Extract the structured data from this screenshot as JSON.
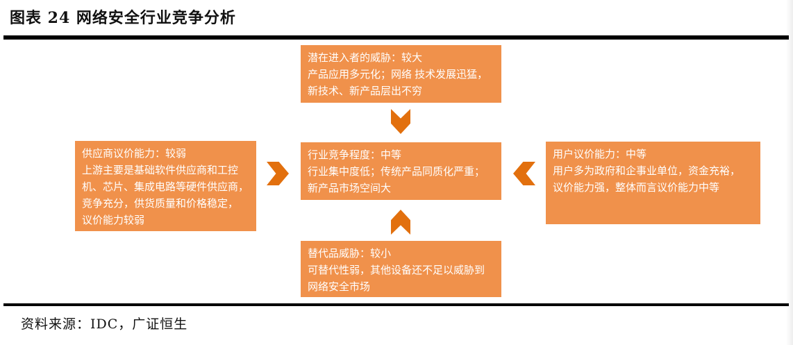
{
  "page": {
    "title": "图表 24 网络安全行业竞争分析",
    "source": "资料来源：IDC，广证恒生"
  },
  "colors": {
    "box_fill": "#F0914B",
    "arrow": "#E2700E",
    "box_text": "#FFFFFF",
    "rule": "#000000"
  },
  "diagram": {
    "boxes": {
      "new_entrants": {
        "lines": [
          "潜在进入者的威胁：较大",
          "产品应用多元化；网络 技术发展迅猛，",
          "新技术、新产品层出不穷"
        ]
      },
      "suppliers": {
        "lines": [
          "供应商议价能力：较弱",
          "上游主要是基础软件供应商和工控",
          "机、芯片、集成电路等硬件供应商，",
          "竞争充分，供货质量和价格稳定，",
          "议价能力较弱"
        ]
      },
      "rivalry": {
        "lines": [
          "行业竞争程度：中等",
          "行业集中度低；传统产品同质化严重；",
          "新产品市场空间大"
        ]
      },
      "buyers": {
        "lines": [
          "用户议价能力：中等",
          "用户多为政府和企事业单位，资金充裕，",
          "议价能力强，整体而言议价能力中等"
        ]
      },
      "substitutes": {
        "lines": [
          "替代品威胁：较小",
          "可替代性弱，其他设备还不足以威胁到",
          "网络安全市场"
        ]
      }
    },
    "arrows": [
      {
        "name": "chevron-down-icon",
        "direction": "down"
      },
      {
        "name": "chevron-right-icon",
        "direction": "right"
      },
      {
        "name": "chevron-left-icon",
        "direction": "left"
      },
      {
        "name": "chevron-up-icon",
        "direction": "up"
      }
    ]
  }
}
